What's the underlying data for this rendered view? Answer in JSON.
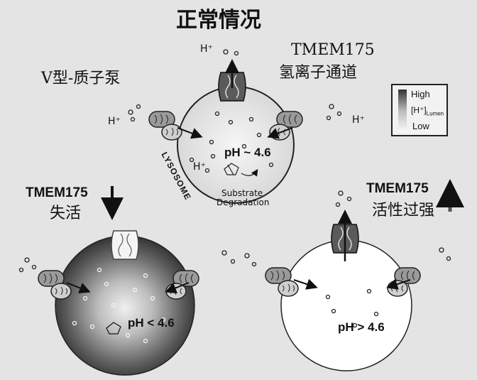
{
  "title": "正常情况",
  "labels": {
    "v_atpase": "V型-质子泵",
    "tmem175_channel_line1": "TMEM175",
    "tmem175_channel_line2": "氢离子通道",
    "lysosome": "LYSOSOME",
    "substrate": "Substrate",
    "degradation": "Degradation",
    "h_plus": "H⁺",
    "inactive_title": "TMEM175",
    "inactive_sub": "失活",
    "overactive_title": "TMEM175",
    "overactive_sub": "活性过强"
  },
  "ph": {
    "normal": "pH ~ 4.6",
    "inactive": "pH < 4.6",
    "overactive": "pH > 4.6"
  },
  "legend": {
    "high": "High",
    "mid": "[H⁺]",
    "mid_sub": "Lumen",
    "low": "Low"
  },
  "colors": {
    "background": "#e4e4e4",
    "lumen_normal": "#ebebeb",
    "lumen_acidic": "#444444",
    "lumen_alkaline": "#ffffff",
    "channel": "#5a5a5a",
    "pump": "#9a9a9a"
  }
}
